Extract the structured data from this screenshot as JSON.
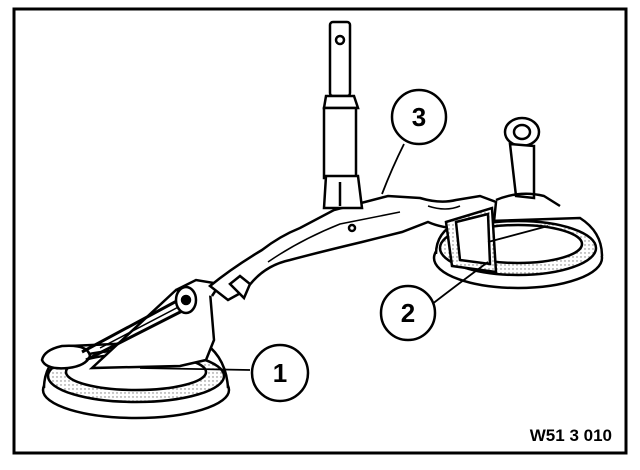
{
  "figure": {
    "code": "W51 3 010",
    "border_color": "#000000",
    "background_color": "#ffffff"
  },
  "callouts": [
    {
      "number": "1"
    },
    {
      "number": "2"
    },
    {
      "number": "3"
    }
  ]
}
